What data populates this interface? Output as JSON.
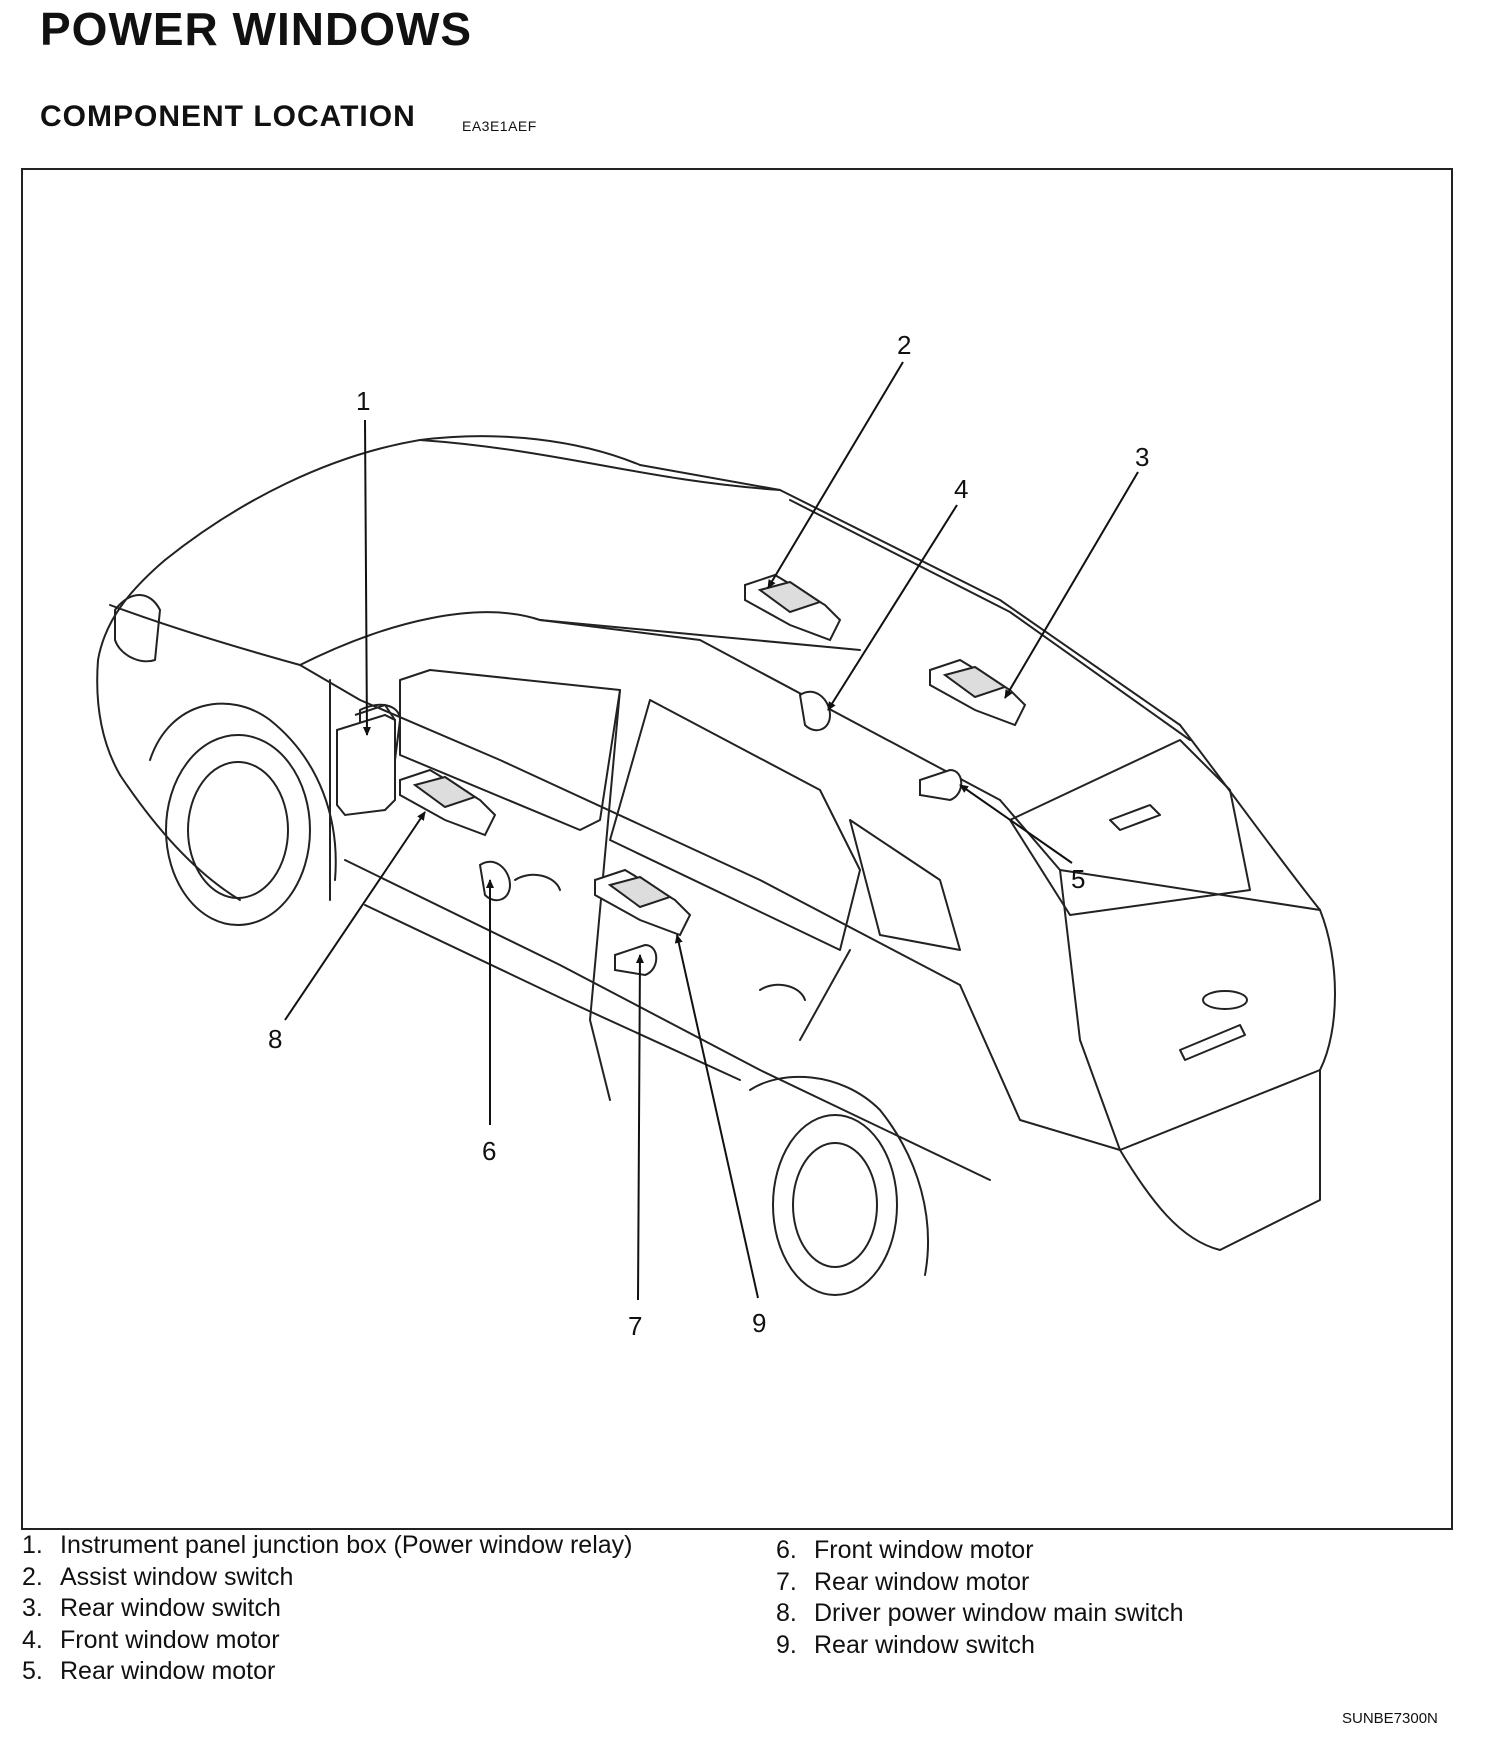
{
  "header": {
    "title": "POWER WINDOWS",
    "subtitle": "COMPONENT LOCATION",
    "code": "EA3E1AEF"
  },
  "diagram": {
    "callouts": [
      "1",
      "2",
      "3",
      "4",
      "5",
      "6",
      "7",
      "8",
      "9"
    ]
  },
  "legend": {
    "left": [
      {
        "num": "1.",
        "text": "Instrument panel junction box (Power window relay)"
      },
      {
        "num": "2.",
        "text": "Assist window switch"
      },
      {
        "num": "3.",
        "text": "Rear window switch"
      },
      {
        "num": "4.",
        "text": "Front window motor"
      },
      {
        "num": "5.",
        "text": "Rear window motor"
      }
    ],
    "right": [
      {
        "num": "6.",
        "text": "Front window motor"
      },
      {
        "num": "7.",
        "text": "Rear window motor"
      },
      {
        "num": "8.",
        "text": "Driver power window main switch"
      },
      {
        "num": "9.",
        "text": "Rear window switch"
      }
    ]
  },
  "figure_code": "SUNBE7300N"
}
